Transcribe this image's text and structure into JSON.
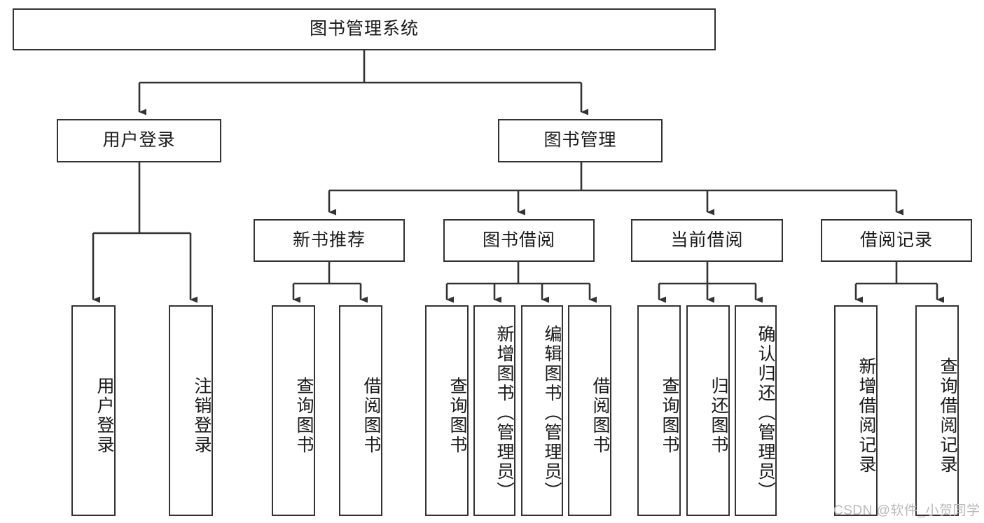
{
  "diagram": {
    "title": "图书管理系统",
    "type": "tree",
    "watermark": "CSDN @软件_小贺同学",
    "colors": {
      "box_border": "#333333",
      "box_fill": "#ffffff",
      "edge": "#333333",
      "text": "#1a1a1a",
      "watermark": "#b9b9b9"
    },
    "nodes": {
      "root": {
        "label": "图书管理系统",
        "orientation": "horizontal"
      },
      "level2": [
        {
          "id": "user-login",
          "label": "用户登录",
          "orientation": "horizontal"
        },
        {
          "id": "book-management",
          "label": "图书管理",
          "orientation": "horizontal"
        }
      ],
      "level3": [
        {
          "id": "new-book-recommend",
          "label": "新书推荐",
          "orientation": "horizontal"
        },
        {
          "id": "book-borrow",
          "label": "图书借阅",
          "orientation": "horizontal"
        },
        {
          "id": "current-borrow",
          "label": "当前借阅",
          "orientation": "horizontal"
        },
        {
          "id": "borrow-record",
          "label": "借阅记录",
          "orientation": "horizontal"
        }
      ],
      "leaves": [
        {
          "id": "leaf-user-login",
          "label": "用户登录",
          "parent": "user-login",
          "orientation": "vertical"
        },
        {
          "id": "leaf-logout-login",
          "label": "注销登录",
          "parent": "user-login",
          "orientation": "vertical"
        },
        {
          "id": "leaf-query-book-1",
          "label": "查询图书",
          "parent": "new-book-recommend",
          "orientation": "vertical"
        },
        {
          "id": "leaf-borrow-book-1",
          "label": "借阅图书",
          "parent": "new-book-recommend",
          "orientation": "vertical"
        },
        {
          "id": "leaf-query-book-2",
          "label": "查询图书",
          "parent": "book-borrow",
          "orientation": "vertical"
        },
        {
          "id": "leaf-add-book",
          "label": "新增图书（管理员）",
          "parent": "book-borrow",
          "orientation": "vertical"
        },
        {
          "id": "leaf-edit-book",
          "label": "编辑图书（管理员）",
          "parent": "book-borrow",
          "orientation": "vertical"
        },
        {
          "id": "leaf-borrow-book-2",
          "label": "借阅图书",
          "parent": "book-borrow",
          "orientation": "vertical"
        },
        {
          "id": "leaf-query-book-3",
          "label": "查询图书",
          "parent": "current-borrow",
          "orientation": "vertical"
        },
        {
          "id": "leaf-return-book",
          "label": "归还图书",
          "parent": "current-borrow",
          "orientation": "vertical"
        },
        {
          "id": "leaf-confirm-return",
          "label": "确认归还（管理员）",
          "parent": "current-borrow",
          "orientation": "vertical"
        },
        {
          "id": "leaf-add-record",
          "label": "新增借阅记录",
          "parent": "borrow-record",
          "orientation": "vertical"
        },
        {
          "id": "leaf-query-record",
          "label": "查询借阅记录",
          "parent": "borrow-record",
          "orientation": "vertical"
        }
      ]
    },
    "edges": [
      {
        "from": "图书管理系统",
        "to": "用户登录"
      },
      {
        "from": "图书管理系统",
        "to": "图书管理"
      },
      {
        "from": "用户登录",
        "to": "用户登录"
      },
      {
        "from": "用户登录",
        "to": "注销登录"
      },
      {
        "from": "图书管理",
        "to": "新书推荐"
      },
      {
        "from": "图书管理",
        "to": "图书借阅"
      },
      {
        "from": "图书管理",
        "to": "当前借阅"
      },
      {
        "from": "图书管理",
        "to": "借阅记录"
      },
      {
        "from": "新书推荐",
        "to": "查询图书"
      },
      {
        "from": "新书推荐",
        "to": "借阅图书"
      },
      {
        "from": "图书借阅",
        "to": "查询图书"
      },
      {
        "from": "图书借阅",
        "to": "新增图书（管理员）"
      },
      {
        "from": "图书借阅",
        "to": "编辑图书（管理员）"
      },
      {
        "from": "图书借阅",
        "to": "借阅图书"
      },
      {
        "from": "当前借阅",
        "to": "查询图书"
      },
      {
        "from": "当前借阅",
        "to": "归还图书"
      },
      {
        "from": "当前借阅",
        "to": "确认归还（管理员）"
      },
      {
        "from": "借阅记录",
        "to": "新增借阅记录"
      },
      {
        "from": "借阅记录",
        "to": "查询借阅记录"
      }
    ]
  }
}
